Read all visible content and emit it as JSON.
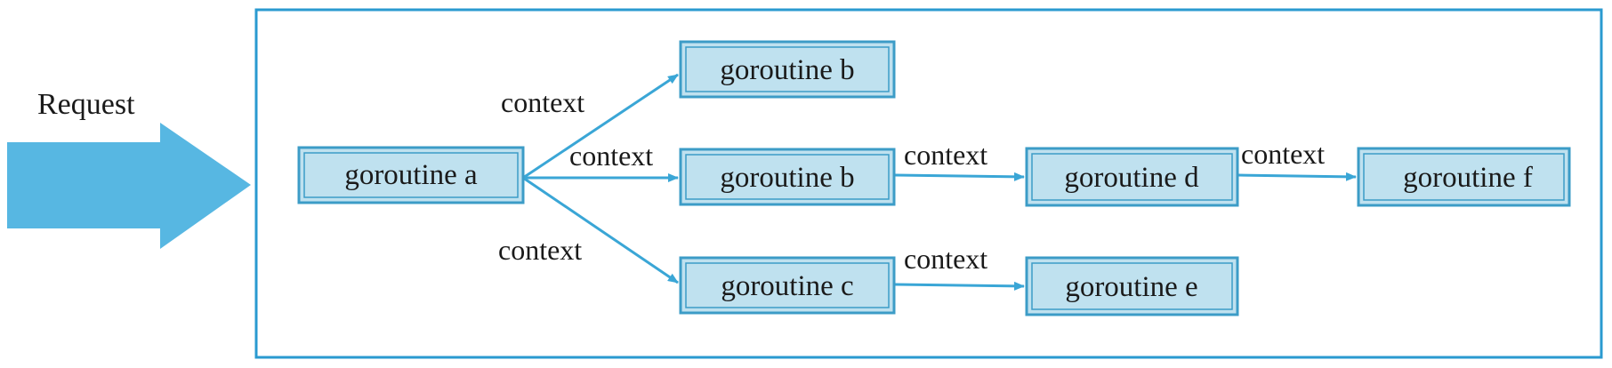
{
  "request_label": "Request",
  "colors": {
    "frame": "#2a9ad0",
    "node_fill": "#bfe1ef",
    "node_border": "#3c9cc7",
    "edge": "#3aa6d6",
    "request_arrow": "#57b7e2",
    "text": "#1a1a1a"
  },
  "nodes": {
    "a": "goroutine a",
    "b1": "goroutine b",
    "b2": "goroutine b",
    "c": "goroutine c",
    "d": "goroutine d",
    "e": "goroutine e",
    "f": "goroutine f"
  },
  "edges": {
    "a_b1": "context",
    "a_b2": "context",
    "a_c": "context",
    "b2_d": "context",
    "d_f": "context",
    "c_e": "context"
  }
}
